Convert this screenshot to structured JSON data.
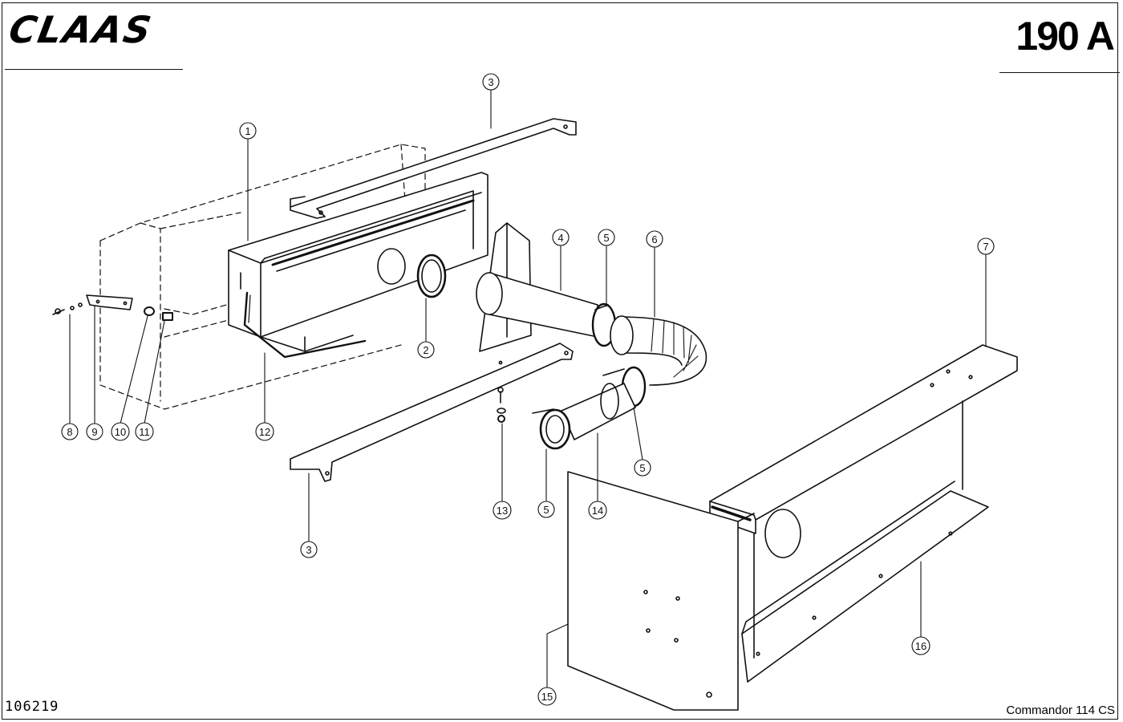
{
  "header": {
    "brand": "CLAAS",
    "page_number": "190 A"
  },
  "footer": {
    "drawing_number": "106219",
    "model": "Commandor 114 CS"
  },
  "callouts": [
    {
      "id": "c1",
      "label": "1"
    },
    {
      "id": "c2",
      "label": "2"
    },
    {
      "id": "c3a",
      "label": "3"
    },
    {
      "id": "c3b",
      "label": "3"
    },
    {
      "id": "c4",
      "label": "4"
    },
    {
      "id": "c5a",
      "label": "5"
    },
    {
      "id": "c5b",
      "label": "5"
    },
    {
      "id": "c5c",
      "label": "5"
    },
    {
      "id": "c6",
      "label": "6"
    },
    {
      "id": "c7",
      "label": "7"
    },
    {
      "id": "c8",
      "label": "8"
    },
    {
      "id": "c9",
      "label": "9"
    },
    {
      "id": "c10",
      "label": "10"
    },
    {
      "id": "c11",
      "label": "11"
    },
    {
      "id": "c12",
      "label": "12"
    },
    {
      "id": "c13",
      "label": "13"
    },
    {
      "id": "c14",
      "label": "14"
    },
    {
      "id": "c15",
      "label": "15"
    },
    {
      "id": "c16",
      "label": "16"
    }
  ]
}
